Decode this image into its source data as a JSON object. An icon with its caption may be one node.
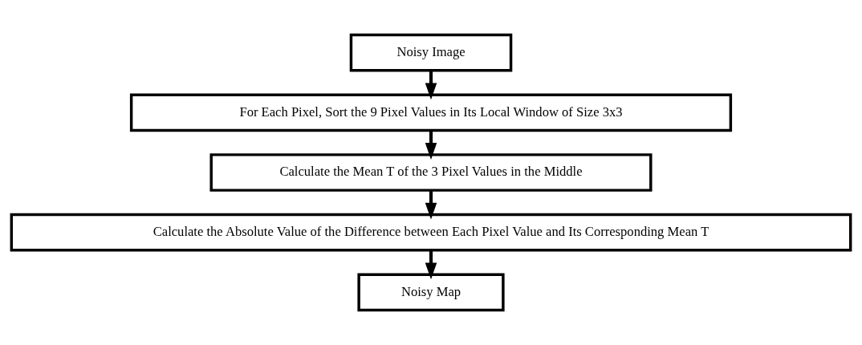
{
  "diagram": {
    "nodes": [
      {
        "text": [
          "Noisy Image"
        ]
      },
      {
        "text": [
          "For Each Pixel, Sort the 9 Pixel Values in Its Local Window of Size 3x3"
        ]
      },
      {
        "text": [
          "Calculate the Mean T of the 3 Pixel Values in the Middle"
        ]
      },
      {
        "text": [
          "Calculate the Absolute Value of the Difference between Each Pixel Value and Its Corresponding Mean T"
        ]
      },
      {
        "text": [
          "Noisy Map"
        ]
      }
    ],
    "edges": [
      {
        "from": 0,
        "to": 1,
        "arrow": "to"
      },
      {
        "from": 1,
        "to": 2,
        "arrow": "to"
      },
      {
        "from": 2,
        "to": 3,
        "arrow": "to"
      },
      {
        "from": 3,
        "to": 4,
        "arrow": "to"
      }
    ]
  }
}
